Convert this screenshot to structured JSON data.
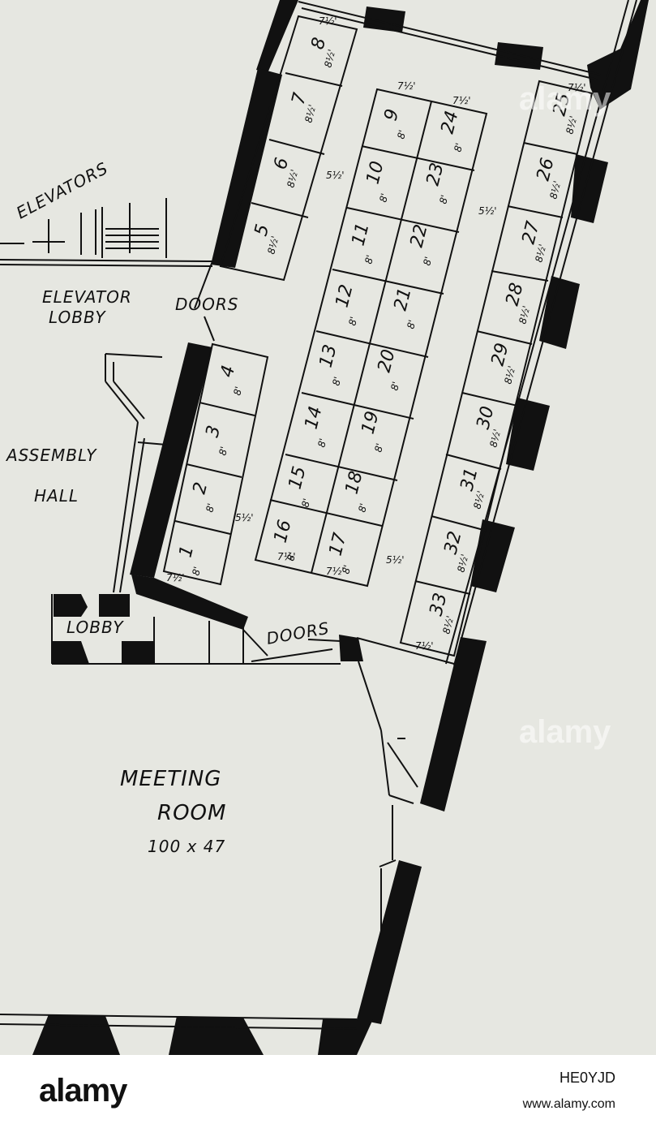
{
  "labels": {
    "elevators": "ELEVATORS",
    "elevator_lobby_1": "ELEVATOR",
    "elevator_lobby_2": "LOBBY",
    "doors_upper": "DOORS",
    "doors_lower": "DOORS",
    "assembly_1": "ASSEMBLY",
    "assembly_2": "HALL",
    "lobby": "LOBBY",
    "meeting_1": "MEETING",
    "meeting_2": "ROOM",
    "meeting_size": "100 x 47"
  },
  "booths": [
    {
      "num": "1",
      "size": "8'"
    },
    {
      "num": "2",
      "size": "8'"
    },
    {
      "num": "3",
      "size": "8'"
    },
    {
      "num": "4",
      "size": "8'"
    },
    {
      "num": "5",
      "size": "8½'"
    },
    {
      "num": "6",
      "size": "8½'"
    },
    {
      "num": "7",
      "size": "8½'"
    },
    {
      "num": "8",
      "size": "8½'"
    },
    {
      "num": "9",
      "size": "8'"
    },
    {
      "num": "10",
      "size": "8'"
    },
    {
      "num": "11",
      "size": "8'"
    },
    {
      "num": "12",
      "size": "8'"
    },
    {
      "num": "13",
      "size": "8'"
    },
    {
      "num": "14",
      "size": "8'"
    },
    {
      "num": "15",
      "size": "8'"
    },
    {
      "num": "16",
      "size": "8'"
    },
    {
      "num": "17",
      "size": "8'"
    },
    {
      "num": "18",
      "size": "8'"
    },
    {
      "num": "19",
      "size": "8'"
    },
    {
      "num": "20",
      "size": "8'"
    },
    {
      "num": "21",
      "size": "8'"
    },
    {
      "num": "22",
      "size": "8'"
    },
    {
      "num": "23",
      "size": "8'"
    },
    {
      "num": "24",
      "size": "8'"
    },
    {
      "num": "25",
      "size": "8½'"
    },
    {
      "num": "26",
      "size": "8½'"
    },
    {
      "num": "27",
      "size": "8½'"
    },
    {
      "num": "28",
      "size": "8½'"
    },
    {
      "num": "29",
      "size": "8½'"
    },
    {
      "num": "30",
      "size": "8½'"
    },
    {
      "num": "31",
      "size": "8½'"
    },
    {
      "num": "32",
      "size": "8½'"
    },
    {
      "num": "33",
      "size": "8½'"
    }
  ],
  "aisle_dims": {
    "top_left": "7½'",
    "top_mid_1": "7½'",
    "top_mid_2": "7½'",
    "top_right": "7½'",
    "left_aisle": "5½'",
    "right_aisle": "5½'",
    "lower_left": "5½'",
    "lower_mid": "5½'",
    "bottom_1": "7½'",
    "bottom_16": "7½'",
    "bottom_17": "7½'",
    "bottom_33": "7½'"
  },
  "footer": {
    "brand": "alamy",
    "image_id": "HE0YJD",
    "site": "www.alamy.com",
    "watermark": "alamy"
  }
}
